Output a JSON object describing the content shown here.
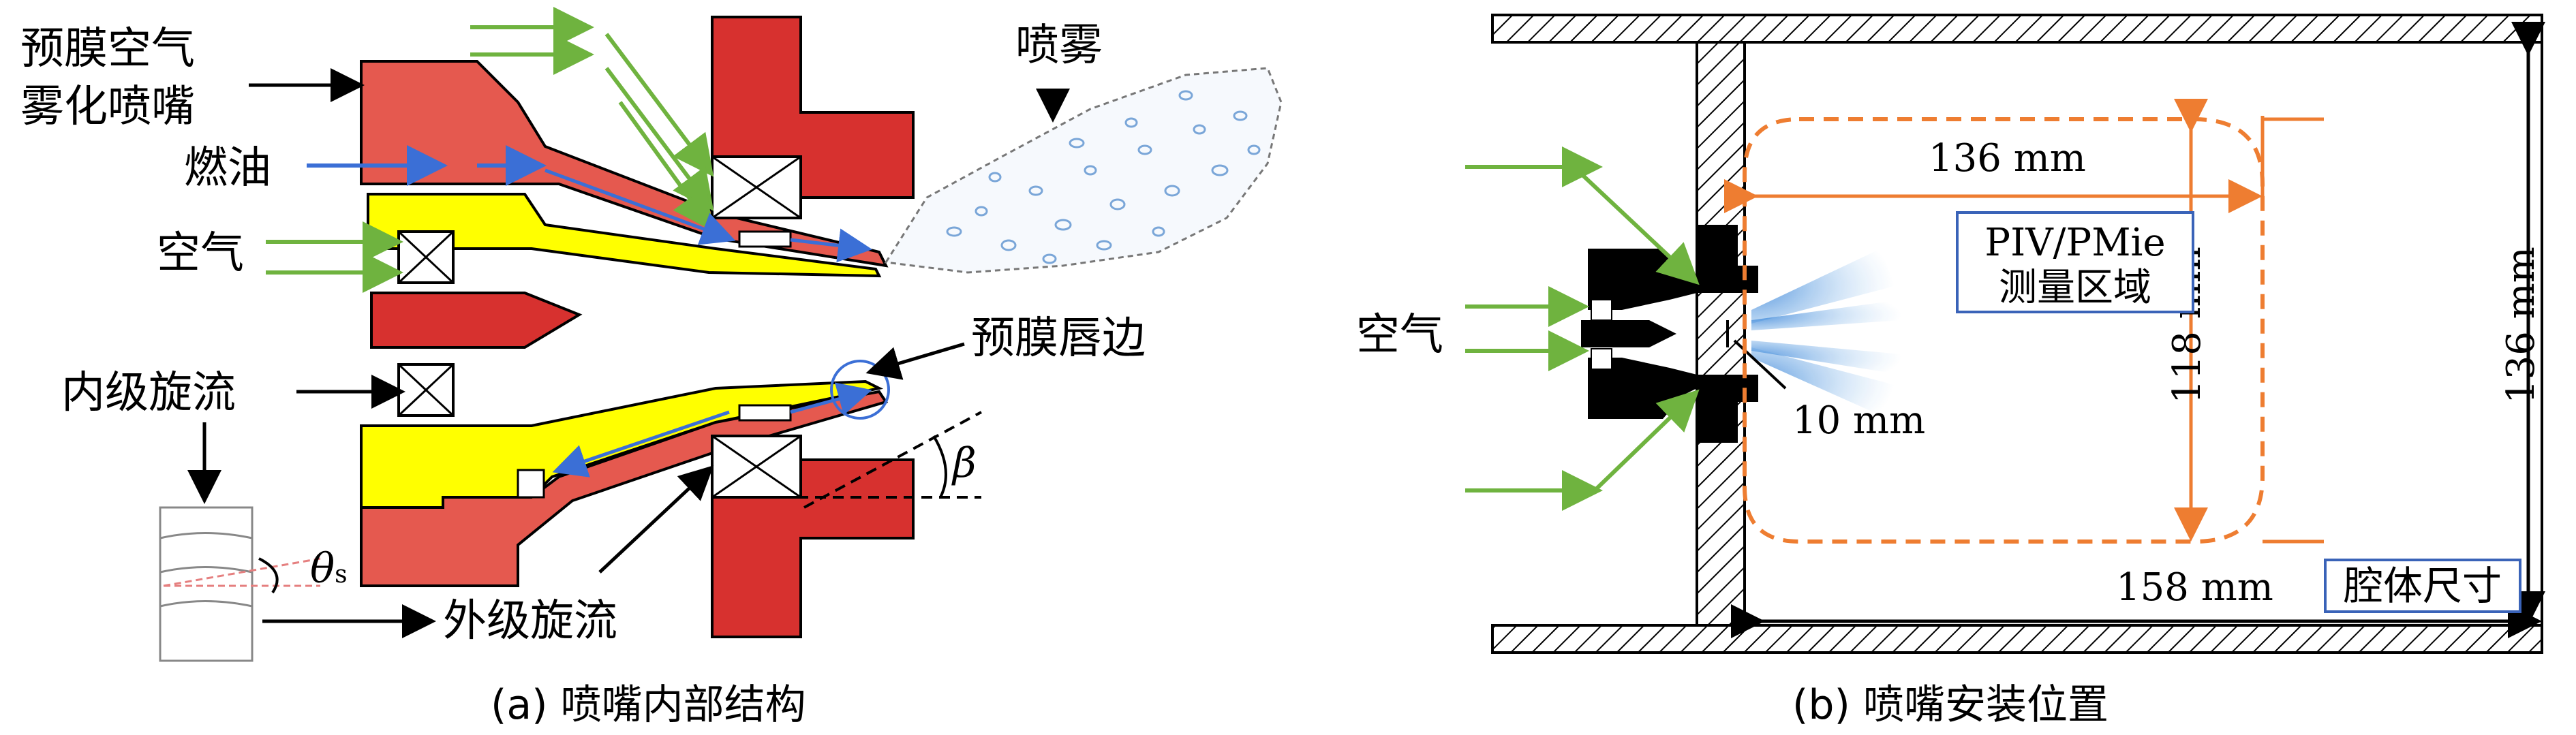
{
  "panel_a": {
    "caption": "(a) 喷嘴内部结构",
    "labels": {
      "prefilm_nozzle_line1": "预膜空气",
      "prefilm_nozzle_line2": "雾化喷嘴",
      "fuel": "燃油",
      "air": "空气",
      "inner_swirl": "内级旋流",
      "outer_swirl": "外级旋流",
      "spray": "喷雾",
      "prefilm_lip": "预膜唇边",
      "beta": "β",
      "theta": "θ",
      "theta_sub": "s"
    }
  },
  "panel_b": {
    "caption": "(b) 喷嘴安装位置",
    "labels": {
      "air": "空气",
      "dim_136_horizontal": "136 mm",
      "dim_118": "118 mm",
      "dim_136_vertical": "136 mm",
      "dim_158": "158 mm",
      "dim_10": "10 mm",
      "measure_region_line1": "PIV/PMie",
      "measure_region_line2": "测量区域",
      "chamber_size": "腔体尺寸"
    }
  },
  "colors": {
    "red_dark": "#d7312f",
    "red_light": "#e5594f",
    "yellow": "#ffff00",
    "green_arrow": "#6fb33f",
    "blue_arrow": "#3b6fd6",
    "orange": "#ee7d31",
    "box_border": "#3a63b8",
    "spray_dots": "#7aa6d8"
  }
}
